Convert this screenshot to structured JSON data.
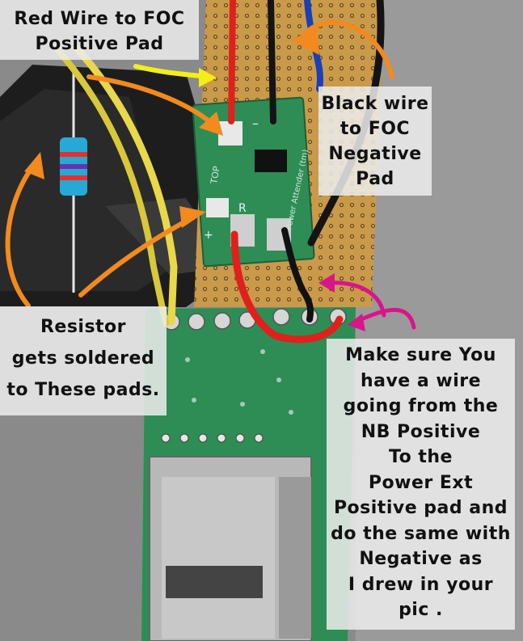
{
  "annotations": {
    "red_wire": [
      "Red Wire to FOC",
      "Positive  Pad"
    ],
    "black_wire": [
      "Black wire",
      "to FOC",
      "Negative",
      "Pad"
    ],
    "resistor": [
      "Resistor",
      "gets soldered",
      "to These pads."
    ],
    "instructions": [
      "Make sure You",
      "have a wire",
      "going from the",
      "NB Positive",
      "To the",
      "Power Ext",
      "Positive pad and",
      "do the same with",
      "Negative as",
      "I drew in your",
      "pic ."
    ]
  },
  "board_marks": {
    "top": "TOP",
    "r": "R",
    "minus": "–",
    "plus": "+",
    "side_text": "Power Attender (tm)"
  },
  "colors": {
    "arrow_orange": "#f28a1e",
    "arrow_yellow": "#f4ee1a",
    "arrow_pink": "#d9158a",
    "wire_red": "#e0201c",
    "wire_black": "#141414",
    "wire_yellow": "#e8d84a",
    "pcb_green": "#2e8d55",
    "perfboard": "#c99a4a"
  }
}
